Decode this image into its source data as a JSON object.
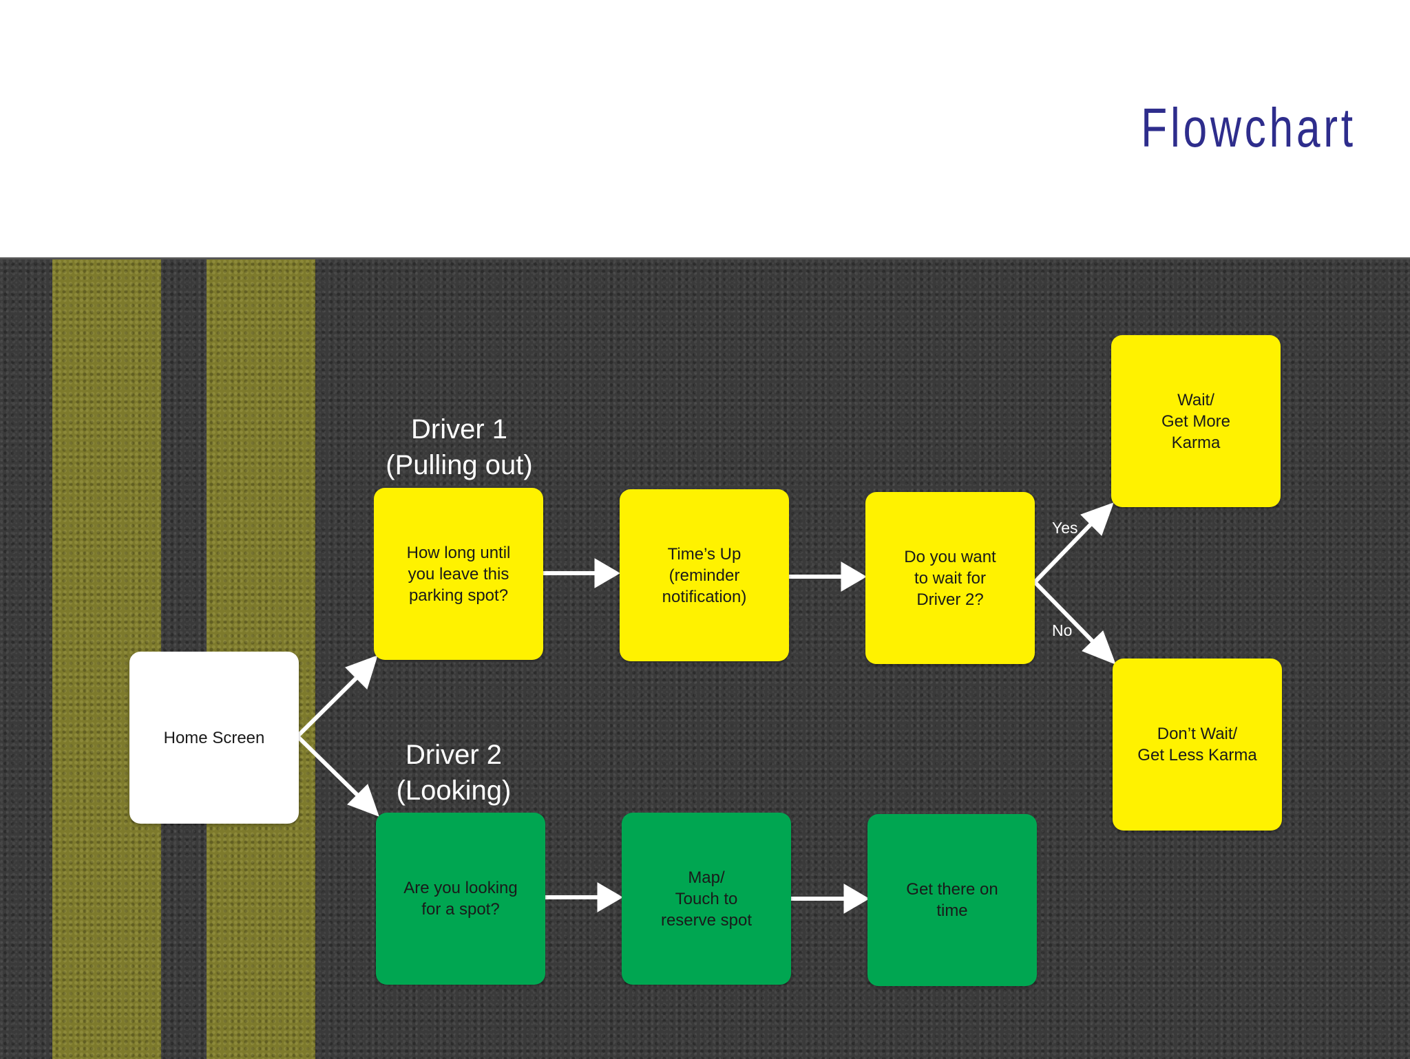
{
  "slide": {
    "title": "Flowchart"
  },
  "groups": {
    "driver1": "Driver 1\n(Pulling out)",
    "driver2": "Driver 2\n(Looking)"
  },
  "nodes": {
    "home": "Home Screen",
    "d1_how_long": "How long until\nyou leave this\nparking spot?",
    "d1_times_up": "Time’s Up\n(reminder\nnotification)",
    "d1_wait_question": "Do you want\nto wait for\nDriver 2?",
    "d1_wait": "Wait/\nGet More\nKarma",
    "d1_dont_wait": "Don’t Wait/\nGet Less Karma",
    "d2_looking": "Are you looking\nfor a spot?",
    "d2_map": "Map/\nTouch to\nreserve spot",
    "d2_get_there": "Get there on\ntime"
  },
  "edges": {
    "yes": "Yes",
    "no": "No"
  },
  "colors": {
    "title": "#2e2d8c",
    "driver1_boxes": "#fff200",
    "driver2_boxes": "#00a651",
    "home_box": "#ffffff",
    "arrows": "#ffffff",
    "lane_lines": "#7d7a2c",
    "asphalt": "#3a3a3a"
  }
}
